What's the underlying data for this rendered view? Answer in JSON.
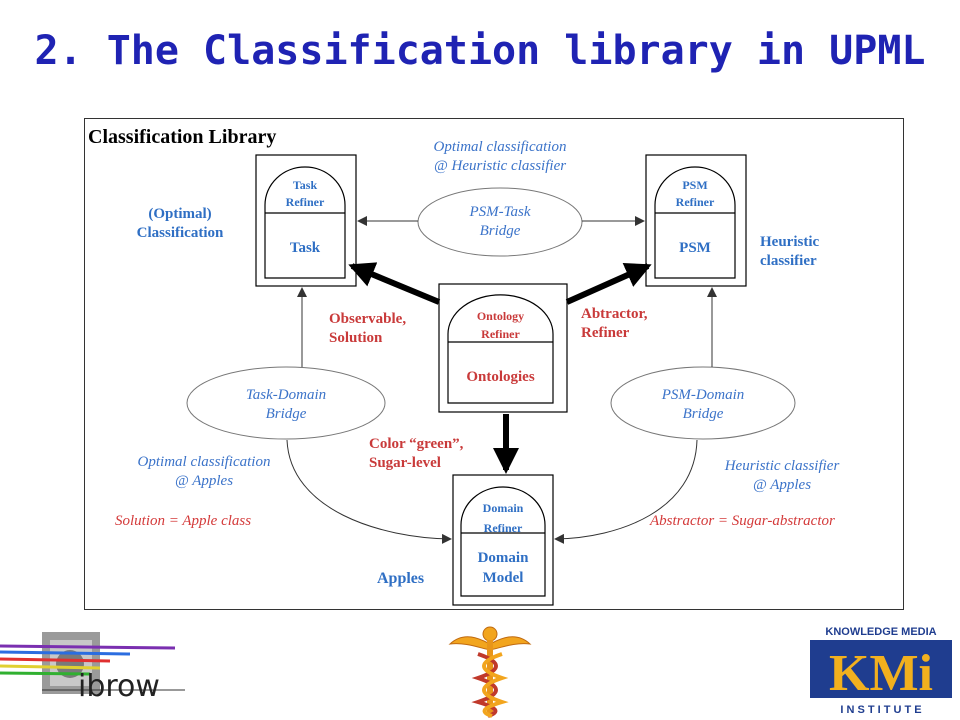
{
  "title": "2. The Classification library in UPML",
  "library_title": "Classification Library",
  "boxes": {
    "task": {
      "refiner": "Task\nRefiner",
      "name": "Task"
    },
    "psm": {
      "refiner": "PSM\nRefiner",
      "name": "PSM"
    },
    "ontology": {
      "refiner": "Ontology\nRefiner",
      "name": "Ontologies"
    },
    "domain": {
      "refiner": "Domain\nRefiner",
      "name": "Domain\nModel"
    }
  },
  "bridges": {
    "psm_task": "PSM-Task\nBridge",
    "task_domain": "Task-Domain\nBridge",
    "psm_domain": "PSM-Domain\nBridge"
  },
  "labels": {
    "optimal_heuristic": "Optimal classification\n@ Heuristic classifier",
    "optimal_classification": "(Optimal)\nClassification",
    "heuristic_classifier": "Heuristic\nclassifier",
    "observable_solution": "Observable,\nSolution",
    "abtractor_refiner": "Abtractor,\nRefiner",
    "color_green": "Color “green”,\nSugar-level",
    "optimal_apples": "Optimal classification\n@ Apples",
    "heuristic_apples": "Heuristic classifier\n@ Apples",
    "solution_apple": "Solution = Apple class",
    "abstractor_sugar": "Abstractor = Sugar-abstractor",
    "apples": "Apples"
  },
  "logos": {
    "kmi_top": "KNOWLEDGE MEDIA",
    "kmi_mid": "KMi",
    "kmi_bottom": "I N S T I T U T E",
    "ibrow": "ibrow"
  },
  "colors": {
    "title": "#1f23b3",
    "blue_text": "#3b73c9",
    "red_text": "#d43a3a",
    "kmi_bg": "#1f3d8f",
    "kmi_gold": "#f2b01e"
  }
}
